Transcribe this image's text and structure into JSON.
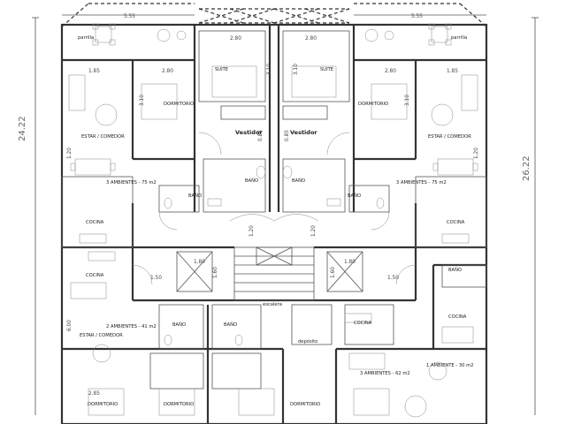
{
  "dimensions": {
    "top_left_width": "5.55",
    "top_right_width": "5.55",
    "suite_left_width": "2.80",
    "suite_right_width": "2.80",
    "suite_left_height": "3.10",
    "suite_right_height": "3.10",
    "dorm_left_width": "2.80",
    "dorm_right_width": "2.80",
    "dorm_left_height": "3.10",
    "dorm_right_height": "3.10",
    "estar_left_width": "1.85",
    "estar_right_width": "1.85",
    "left_total_height": "24.22",
    "right_total_height": "26.22",
    "elev_left_w": "1.80",
    "elev_right_w": "1.80",
    "elev_left_h": "1.60",
    "elev_right_h": "1.60",
    "hall_left_w": "1.50",
    "hall_right_w": "1.50",
    "corridor_left_h": "1.20",
    "corridor_right_h": "1.20",
    "vest_dim_1": "0.85",
    "vest_dim_2": "0.85",
    "lower_left_width": "2.85",
    "lower_left_height": "6.00",
    "small_dim_1": "1.20",
    "small_dim_2": "1.20"
  },
  "rooms": {
    "parrilla_left": "parrilla",
    "parrilla_right": "parrilla",
    "suite_left": "SUITE",
    "suite_right": "SUITE",
    "dormitorio_left": "DORMITORIO",
    "dormitorio_right": "DORMITORIO",
    "estar_left": "ESTAR / COMEDOR",
    "estar_right": "ESTAR / COMEDOR",
    "vestidor_left": "Vestidor",
    "vestidor_right": "Vestidor",
    "bano_suite_left": "BAÑO",
    "bano_suite_right": "BAÑO",
    "bano_left": "BAÑO",
    "bano_right": "BAÑO",
    "cocina_left": "COCINA",
    "cocina_right": "COCINA",
    "cocina_lower_left": "COCINA",
    "cocina_lower_mid": "COCINA",
    "cocina_lower_right": "COCINA",
    "bano_lower_right": "BAÑO",
    "bano_lower_left_1": "BAÑO",
    "bano_lower_left_2": "BAÑO",
    "estar_lower_left": "ESTAR / COMEDOR",
    "dormitorio_lower_left": "DORMITORIO",
    "dormitorio_lower_mid_1": "DORMITORIO",
    "dormitorio_lower_mid_2": "DORMITORIO",
    "escalera": "escalera",
    "deposito": "depósito"
  },
  "units": {
    "unit_left": "3 AMBIENTES - 75 m2",
    "unit_right": "3 AMBIENTES - 75 m2",
    "unit_lower_left": "2 AMBIENTES - 41 m2",
    "unit_lower_mid": "3 AMBIENTES - 62 m2",
    "unit_lower_right": "1 AMBIENTE - 30 m2"
  }
}
